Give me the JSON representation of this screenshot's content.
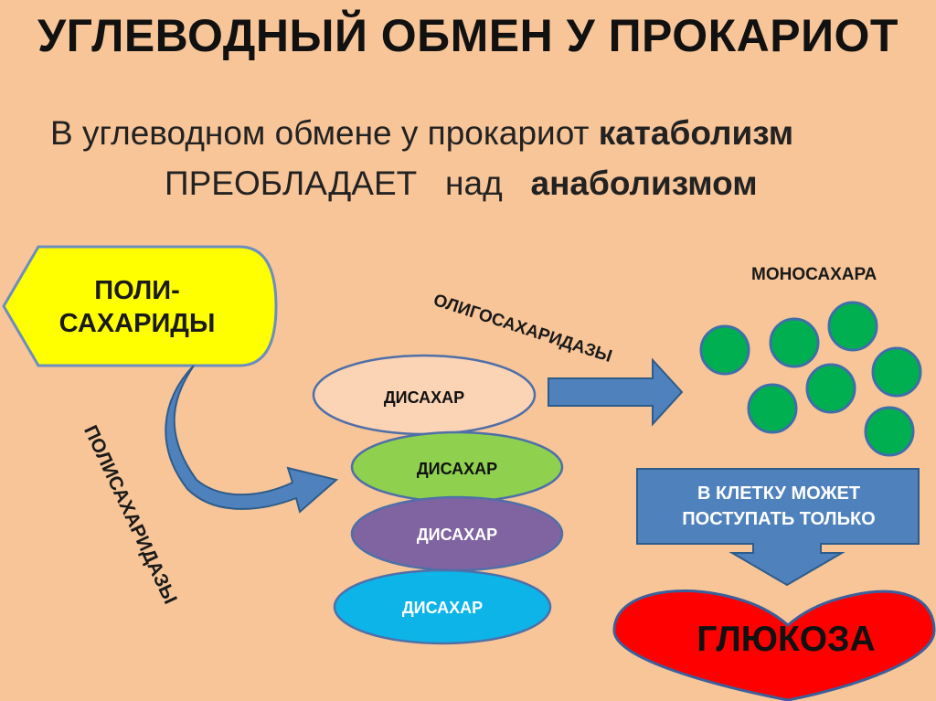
{
  "title": "УГЛЕВОДНЫЙ ОБМЕН  У ПРОКАРИОТ",
  "subtitle": {
    "line1_prefix": "В углеводном обмене у прокариот ",
    "line1_bold": "катаболизм",
    "line2_prefix": "ПРЕОБЛАДАЕТ   над   ",
    "line2_bold": "анаболизмом"
  },
  "nodes": {
    "polysaccharides": "ПОЛИ-\nСАХАРИДЫ",
    "monosaccharides": "МОНОСАХАРА",
    "disaccharides": [
      "ДИСАХАР",
      "ДИСАХАР",
      "ДИСАХАР",
      "ДИСАХАР"
    ],
    "cell_entry": "В КЛЕТКУ МОЖЕТ\nПОСТУПАТЬ ТОЛЬКО",
    "glucose": "ГЛЮКОЗА"
  },
  "enzymes": {
    "oligosaccharidases": "ОЛИГОСАХАРИДАЗЫ",
    "polysaccharidases": "ПОЛИСАХАРИДАЗЫ"
  },
  "colors": {
    "background": "#f8c598",
    "polysaccharides_fill": "#ffff00",
    "disaccharide_fills": [
      "#fbd3b5",
      "#8fd14f",
      "#8064a2",
      "#0cb4e8"
    ],
    "monosaccharide_fill": "#00b050",
    "arrow_fill": "#4f81bd",
    "glucose_fill": "#ff0000"
  }
}
